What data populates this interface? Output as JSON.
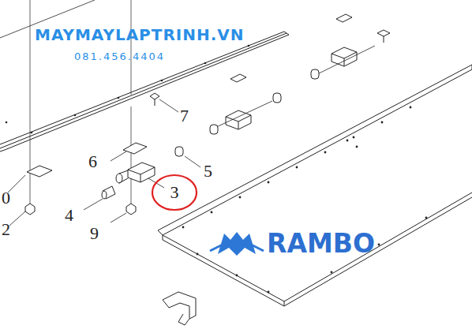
{
  "diagram": {
    "nodes": [
      {
        "text": [
          "3"
        ]
      }
    ],
    "labels": [
      "MAYMAYLAPTRINH.VN",
      "081.456.4404",
      "7",
      "6",
      "5",
      "4",
      "9",
      "0",
      "2",
      "RAMBO"
    ]
  }
}
